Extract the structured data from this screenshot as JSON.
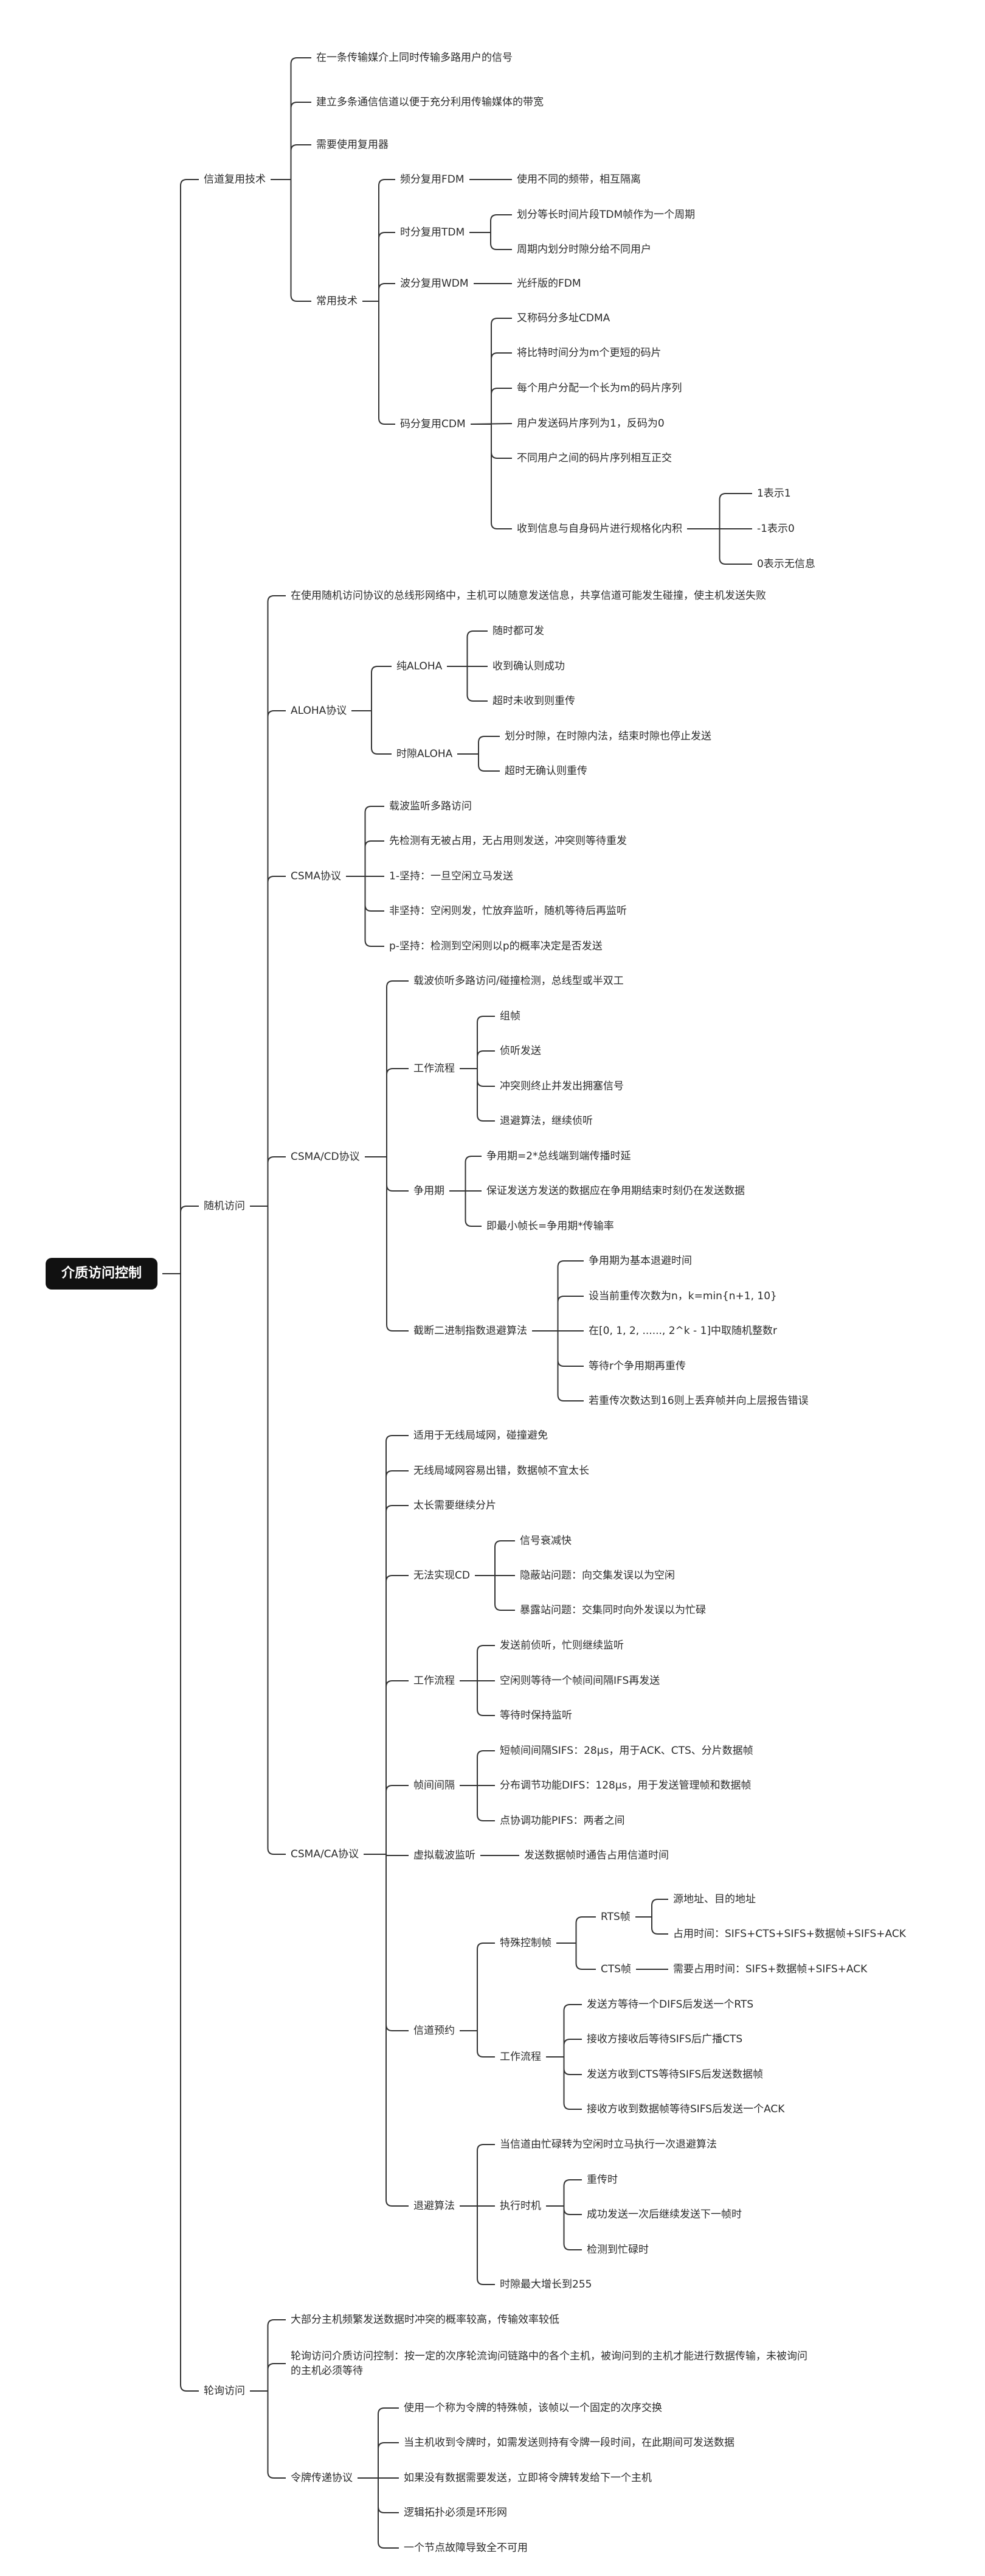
{
  "mindmap": {
    "root": {
      "label": "介质访问控制",
      "children": [
        {
          "label": "信道复用技术",
          "children": [
            {
              "label": "在一条传输媒介上同时传输多路用户的信号"
            },
            {
              "label": "建立多条通信信道以便于充分利用传输媒体的带宽"
            },
            {
              "label": "需要使用复用器"
            },
            {
              "label": "常用技术",
              "children": [
                {
                  "label": "频分复用FDM",
                  "children": [
                    {
                      "label": "使用不同的频带，相互隔离"
                    }
                  ]
                },
                {
                  "label": "时分复用TDM",
                  "children": [
                    {
                      "label": "划分等长时间片段TDM帧作为一个周期"
                    },
                    {
                      "label": "周期内划分时隙分给不同用户"
                    }
                  ]
                },
                {
                  "label": "波分复用WDM",
                  "children": [
                    {
                      "label": "光纤版的FDM"
                    }
                  ]
                },
                {
                  "label": "码分复用CDM",
                  "children": [
                    {
                      "label": "又称码分多址CDMA"
                    },
                    {
                      "label": "将比特时间分为m个更短的码片"
                    },
                    {
                      "label": "每个用户分配一个长为m的码片序列"
                    },
                    {
                      "label": "用户发送码片序列为1，反码为0"
                    },
                    {
                      "label": "不同用户之间的码片序列相互正交"
                    },
                    {
                      "label": "收到信息与自身码片进行规格化内积",
                      "children": [
                        {
                          "label": "1表示1"
                        },
                        {
                          "label": "-1表示0"
                        },
                        {
                          "label": "0表示无信息"
                        }
                      ]
                    }
                  ]
                }
              ]
            }
          ]
        },
        {
          "label": "随机访问",
          "children": [
            {
              "label": "在使用随机访问协议的总线形网络中，主机可以随意发送信息，共享信道可能发生碰撞，使主机发送失败"
            },
            {
              "label": "ALOHA协议",
              "children": [
                {
                  "label": "纯ALOHA",
                  "children": [
                    {
                      "label": "随时都可发"
                    },
                    {
                      "label": "收到确认则成功"
                    },
                    {
                      "label": "超时未收到则重传"
                    }
                  ]
                },
                {
                  "label": "时隙ALOHA",
                  "children": [
                    {
                      "label": "划分时隙，在时隙内法，结束时隙也停止发送"
                    },
                    {
                      "label": "超时无确认则重传"
                    }
                  ]
                }
              ]
            },
            {
              "label": "CSMA协议",
              "children": [
                {
                  "label": "载波监听多路访问"
                },
                {
                  "label": "先检测有无被占用，无占用则发送，冲突则等待重发"
                },
                {
                  "label": "1-坚持：一旦空闲立马发送"
                },
                {
                  "label": "非坚持：空闲则发，忙放弃监听，随机等待后再监听"
                },
                {
                  "label": "p-坚持：检测到空闲则以p的概率决定是否发送"
                }
              ]
            },
            {
              "label": "CSMA/CD协议",
              "children": [
                {
                  "label": "载波侦听多路访问/碰撞检测，总线型或半双工"
                },
                {
                  "label": "工作流程",
                  "children": [
                    {
                      "label": "组帧"
                    },
                    {
                      "label": "侦听发送"
                    },
                    {
                      "label": "冲突则终止并发出拥塞信号"
                    },
                    {
                      "label": "退避算法，继续侦听"
                    }
                  ]
                },
                {
                  "label": "争用期",
                  "children": [
                    {
                      "label": "争用期=2*总线端到端传播时延"
                    },
                    {
                      "label": "保证发送方发送的数据应在争用期结束时刻仍在发送数据"
                    },
                    {
                      "label": "即最小帧长=争用期*传输率"
                    }
                  ]
                },
                {
                  "label": "截断二进制指数退避算法",
                  "children": [
                    {
                      "label": "争用期为基本退避时间"
                    },
                    {
                      "label": "设当前重传次数为n，k=min{n+1, 10}"
                    },
                    {
                      "label": "在[0, 1, 2, ......, 2^k - 1]中取随机整数r"
                    },
                    {
                      "label": "等待r个争用期再重传"
                    },
                    {
                      "label": "若重传次数达到16则上丢弃帧并向上层报告错误"
                    }
                  ]
                }
              ]
            },
            {
              "label": "CSMA/CA协议",
              "children": [
                {
                  "label": "适用于无线局域网，碰撞避免"
                },
                {
                  "label": "无线局域网容易出错，数据帧不宜太长"
                },
                {
                  "label": "太长需要继续分片"
                },
                {
                  "label": "无法实现CD",
                  "children": [
                    {
                      "label": "信号衰减快"
                    },
                    {
                      "label": "隐蔽站问题：向交集发误以为空闲"
                    },
                    {
                      "label": "暴露站问题：交集同时向外发误以为忙碌"
                    }
                  ]
                },
                {
                  "label": "工作流程",
                  "children": [
                    {
                      "label": "发送前侦听，忙则继续监听"
                    },
                    {
                      "label": "空闲则等待一个帧间间隔IFS再发送"
                    },
                    {
                      "label": "等待时保持监听"
                    }
                  ]
                },
                {
                  "label": "帧间间隔",
                  "children": [
                    {
                      "label": "短帧间间隔SIFS：28μs，用于ACK、CTS、分片数据帧"
                    },
                    {
                      "label": "分布调节功能DIFS：128μs，用于发送管理帧和数据帧"
                    },
                    {
                      "label": "点协调功能PIFS：两者之间"
                    }
                  ]
                },
                {
                  "label": "虚拟载波监听",
                  "children": [
                    {
                      "label": "发送数据帧时通告占用信道时间"
                    }
                  ]
                },
                {
                  "label": "信道预约",
                  "children": [
                    {
                      "label": "特殊控制帧",
                      "children": [
                        {
                          "label": "RTS帧",
                          "children": [
                            {
                              "label": "源地址、目的地址"
                            },
                            {
                              "label": "占用时间：SIFS+CTS+SIFS+数据帧+SIFS+ACK"
                            }
                          ]
                        },
                        {
                          "label": "CTS帧",
                          "children": [
                            {
                              "label": "需要占用时间：SIFS+数据帧+SIFS+ACK"
                            }
                          ]
                        }
                      ]
                    },
                    {
                      "label": "工作流程",
                      "children": [
                        {
                          "label": "发送方等待一个DIFS后发送一个RTS"
                        },
                        {
                          "label": "接收方接收后等待SIFS后广播CTS"
                        },
                        {
                          "label": "发送方收到CTS等待SIFS后发送数据帧"
                        },
                        {
                          "label": "接收方收到数据帧等待SIFS后发送一个ACK"
                        }
                      ]
                    }
                  ]
                },
                {
                  "label": "退避算法",
                  "children": [
                    {
                      "label": "当信道由忙碌转为空闲时立马执行一次退避算法"
                    },
                    {
                      "label": "执行时机",
                      "children": [
                        {
                          "label": "重传时"
                        },
                        {
                          "label": "成功发送一次后继续发送下一帧时"
                        },
                        {
                          "label": "检测到忙碌时"
                        }
                      ]
                    },
                    {
                      "label": "时隙最大增长到255"
                    }
                  ]
                }
              ]
            }
          ]
        },
        {
          "label": "轮询访问",
          "children": [
            {
              "label": "大部分主机频繁发送数据时冲突的概率较高，传输效率较低"
            },
            {
              "label": "轮询访问介质访问控制：按一定的次序轮流询问链路中的各个主机，被询问到的主机才能进行数据传输，未被询问的主机必须等待"
            },
            {
              "label": "令牌传递协议",
              "children": [
                {
                  "label": "使用一个称为令牌的特殊帧，该帧以一个固定的次序交换"
                },
                {
                  "label": "当主机收到令牌时，如需发送则持有令牌一段时间，在此期间可发送数据"
                },
                {
                  "label": "如果没有数据需要发送，立即将令牌转发给下一个主机"
                },
                {
                  "label": "逻辑拓扑必须是环形网"
                },
                {
                  "label": "一个节点故障导致全不可用"
                }
              ]
            }
          ]
        }
      ]
    }
  }
}
